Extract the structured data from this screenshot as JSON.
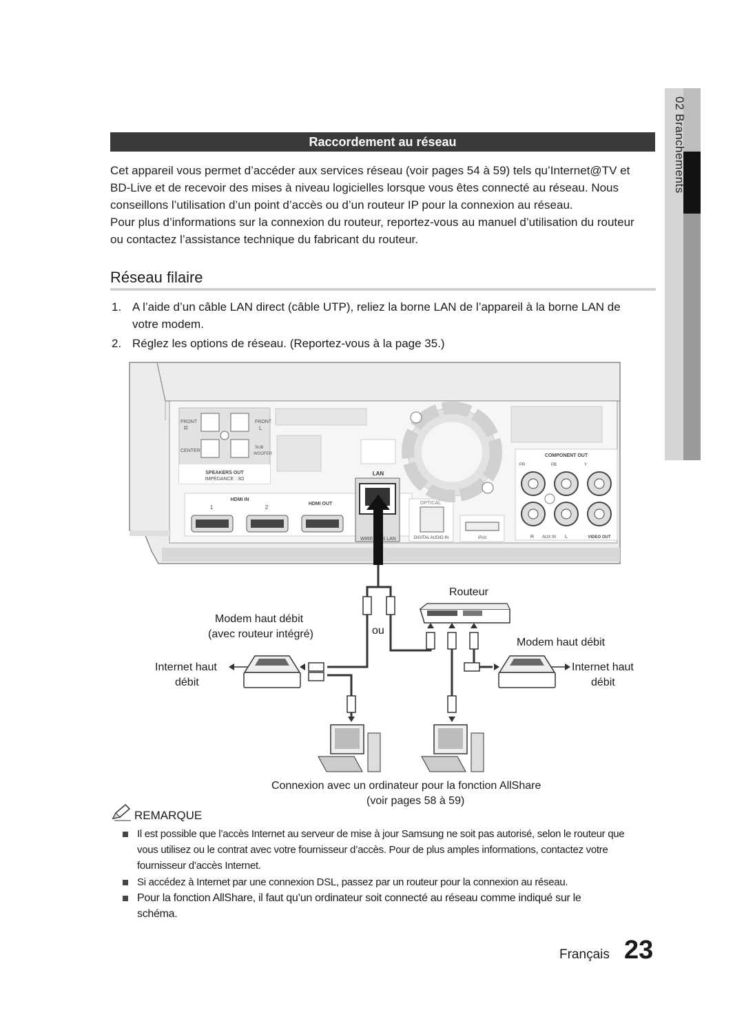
{
  "side_tab": {
    "label": "02  Branchements"
  },
  "section": {
    "title": "Raccordement au réseau",
    "paragraph_lines": [
      "Cet appareil vous permet d’accéder aux services réseau (voir pages 54 à 59) tels qu’Internet@TV et",
      "BD-Live et de recevoir des mises à niveau logicielles lorsque vous êtes connecté au réseau. Nous",
      "conseillons l’utilisation d’un point d’accès ou d’un routeur IP pour la connexion au réseau.",
      "Pour plus d’informations sur la connexion du routeur, reportez-vous au manuel d’utilisation du routeur",
      "ou contactez l’assistance technique du fabricant du routeur."
    ]
  },
  "heading": "Réseau filaire",
  "steps": [
    {
      "num": "1.",
      "lines": [
        "A l’aide d’un câble LAN direct (câble UTP), reliez la borne LAN de l’appareil à la borne LAN de",
        "votre modem."
      ]
    },
    {
      "num": "2.",
      "lines": [
        "Réglez les options de réseau. (Reportez-vous à la page 35.)"
      ]
    }
  ],
  "panel": {
    "speakers": {
      "front_r": "FRONT",
      "front_l": "FRONT",
      "center": "CENTER",
      "sub": "SUB",
      "woofer": "WOOFER",
      "r": "R",
      "l": "L",
      "out1": "SPEAKERS OUT",
      "out2": "IMPEDANCE : 3Ω"
    },
    "hdmi_in": "HDMI IN",
    "hdmi_in_1": "1",
    "hdmi_in_2": "2",
    "hdmi_out": "HDMI OUT",
    "lan": "LAN",
    "wireless_lan": "WIRELESS LAN",
    "optical": "OPTICAL",
    "digital_audio_in": "DIGITAL AUDIO IN",
    "ipod": "iPod",
    "component_out": "COMPONENT OUT",
    "pr": "PR",
    "pb": "PB",
    "y": "Y",
    "aux_r": "R",
    "aux_in": "AUX IN",
    "aux_l": "L",
    "video_out": "VIDEO OUT"
  },
  "diagram": {
    "routeur": "Routeur",
    "ou": "ou",
    "modem_left_1": "Modem haut débit",
    "modem_left_2": "(avec routeur intégré)",
    "modem_right": "Modem haut débit",
    "internet_left_1": "Internet haut",
    "internet_left_2": "débit",
    "internet_right_1": "Internet haut",
    "internet_right_2": "débit",
    "caption_1": "Connexion avec un ordinateur pour la fonction AllShare",
    "caption_2": "(voir pages 58 à 59)"
  },
  "remarque": {
    "title": "REMARQUE",
    "notes": [
      [
        "Il est possible que l’accès Internet au serveur de mise à jour Samsung ne soit pas autorisé, selon le routeur que",
        "vous utilisez ou le contrat avec votre fournisseur d’accès. Pour de plus amples informations, contactez votre",
        "fournisseur d’accès Internet."
      ],
      [
        "Si accédez à Internet par une connexion DSL, passez par un routeur pour la connexion au réseau."
      ],
      [
        "Pour la fonction AllShare, il faut qu’un ordinateur soit connecté au réseau comme indiqué sur le",
        "schéma."
      ]
    ]
  },
  "footer": {
    "language": "Français",
    "page_number": "23"
  }
}
